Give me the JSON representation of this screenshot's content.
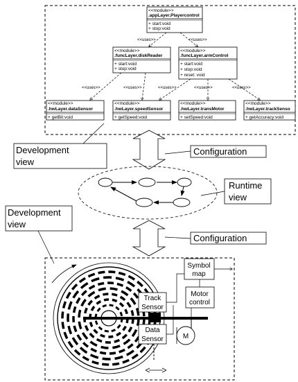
{
  "modules": {
    "player": {
      "stereotype": "<<module>>",
      "name": ".appLayer.Playercontrol",
      "ops": [
        "+ start:void",
        "+ stop:void"
      ]
    },
    "disk": {
      "stereotype": "<<module>>",
      "name": ".funcLayer.diskReader",
      "ops": [
        "+ start:void",
        "+ stop:void"
      ]
    },
    "arm": {
      "stereotype": "<<module>>",
      "name": ".funcLayer.armControl",
      "ops": [
        "+ start:void",
        "+ stop:void",
        "+ reset: void"
      ]
    },
    "data": {
      "stereotype": "<<module>>",
      "name": ".hwLayer.dataSensor",
      "ops": [
        "+ getBit:void"
      ]
    },
    "speed": {
      "stereotype": "<<module>>",
      "name": ".hwLayer.speedSensor",
      "ops": [
        "+ getSpeed:void"
      ]
    },
    "trans": {
      "stereotype": "<<module>>",
      "name": ".hwLayer.transMotor",
      "ops": [
        "+ setSpeed:void"
      ]
    },
    "track": {
      "stereotype": "<<module>>",
      "name": ".hwLayer.trackSenso",
      "ops": [
        "+ getAccuracy:void"
      ]
    }
  },
  "uses_label": "<<uses>>",
  "labels": {
    "dev_view_1": [
      "Development",
      "view"
    ],
    "configuration_1": "Configuration",
    "runtime_view": [
      "Runtime",
      "view"
    ],
    "dev_view_2": [
      "Development",
      "view"
    ],
    "configuration_2": "Configuration",
    "symbol_map": [
      "Symbol",
      "map"
    ],
    "motor_control": [
      "Motor",
      "control"
    ],
    "track_sensor": [
      "Track",
      "Sensor"
    ],
    "data_sensor": [
      "Data",
      "Sensor"
    ],
    "motor": "M"
  }
}
